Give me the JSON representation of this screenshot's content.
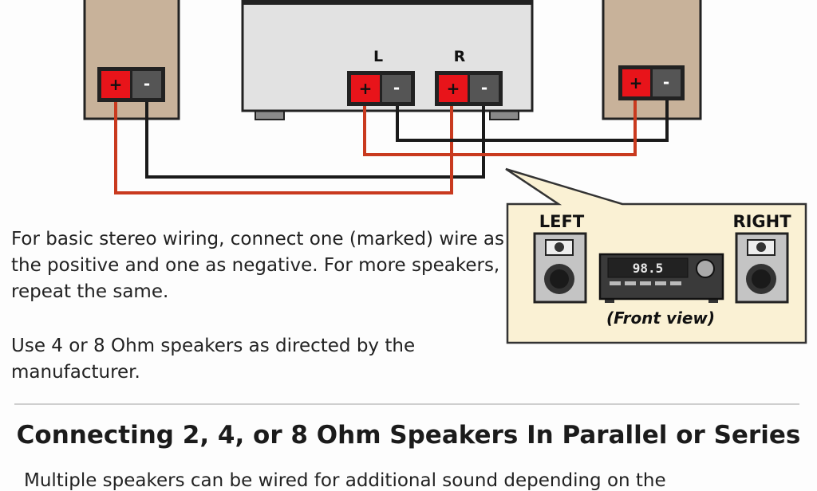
{
  "diagram": {
    "terminal_positive": "+",
    "terminal_negative": "-",
    "amp_left_label": "L",
    "amp_right_label": "R",
    "callout": {
      "left_label": "LEFT",
      "right_label": "RIGHT",
      "display_value": "98.5",
      "caption": "(Front view)"
    },
    "colors": {
      "speaker_cabinet": "#c8b29a",
      "amplifier": "#e2e2e2",
      "terminal_positive": "#e8141a",
      "terminal_negative": "#555555",
      "wire_positive": "#c93a1f",
      "wire_negative": "#1a1a1a",
      "callout_bg": "#faf1d4"
    }
  },
  "text": {
    "paragraph1": "For basic stereo wiring, connect one (marked) wire as the positive and one as negative. For more speakers, repeat the same.",
    "paragraph2": "Use 4 or 8 Ohm speakers as directed by the manufacturer.",
    "heading": "Connecting 2, 4, or 8 Ohm Speakers In Parallel or Series",
    "trailing": "Multiple speakers can be wired for additional sound depending on the"
  }
}
